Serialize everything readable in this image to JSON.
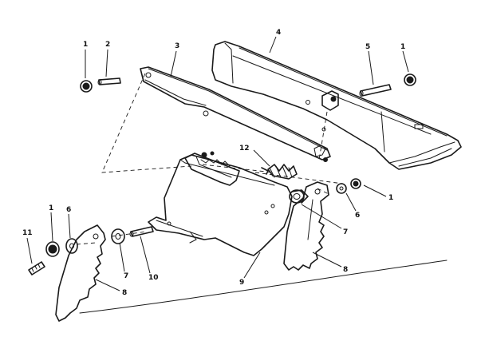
{
  "callouts": {
    "c1_top_left": "1",
    "c2": "2",
    "c3": "3",
    "c4": "4",
    "c5": "5",
    "c1_top_right": "1",
    "c12": "12",
    "c1_right": "1",
    "c6_right": "6",
    "c7_right": "7",
    "c8_right": "8",
    "c9": "9",
    "c11": "11",
    "c1_bottom_left": "1",
    "c6_left": "6",
    "c7_left": "7",
    "c10": "10",
    "c8_left": "8"
  }
}
